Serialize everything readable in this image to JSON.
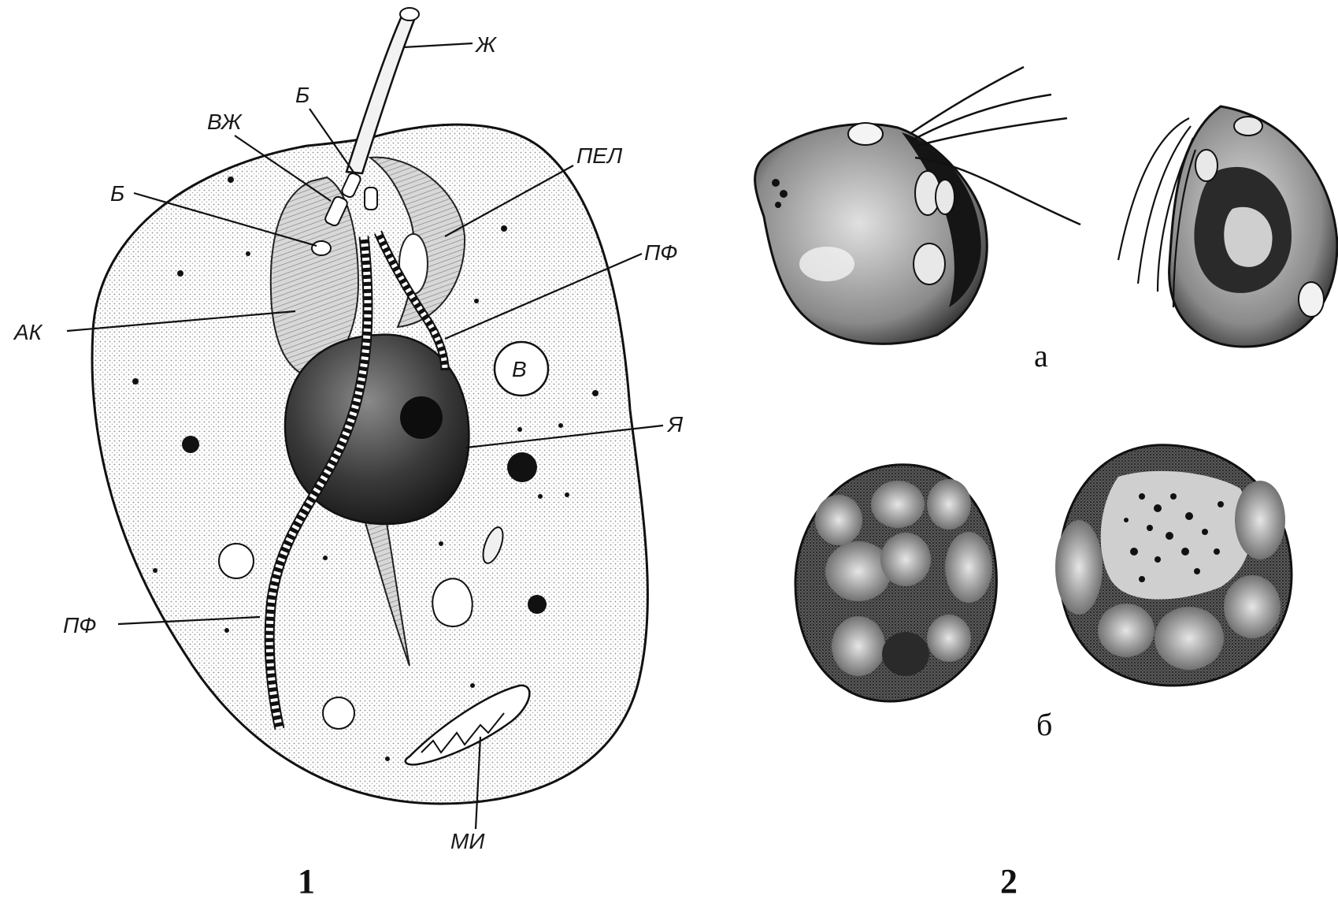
{
  "figure_1": {
    "number": "1",
    "labels": {
      "zh": "Ж",
      "b_top": "Б",
      "vzh": "ВЖ",
      "pel": "ПЕЛ",
      "b_left": "Б",
      "pf_right": "ПФ",
      "ak": "АК",
      "v": "В",
      "ya": "Я",
      "pf_left": "ПФ",
      "mi": "МИ"
    }
  },
  "figure_2": {
    "number": "2",
    "sub_a": "а",
    "sub_b": "б"
  },
  "colors": {
    "ink": "#111111",
    "stipple": "#cfcfcf",
    "background": "#ffffff"
  }
}
